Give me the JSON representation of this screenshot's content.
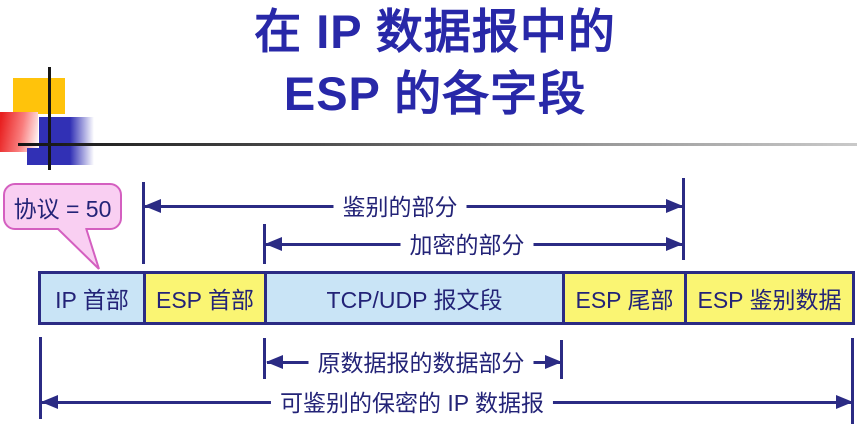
{
  "slide": {
    "title_line1": "在 IP 数据报中的",
    "title_line2": "ESP 的各字段"
  },
  "callout": {
    "label": "协议 = 50"
  },
  "dimension_arrows": {
    "authenticated_part": "鉴别的部分",
    "encrypted_part": "加密的部分",
    "original_datagram_data": "原数据报的数据部分",
    "authenticated_encrypted_ip_datagram": "可鉴别的保密的 IP 数据报"
  },
  "packet_fields": [
    {
      "label": "IP 首部",
      "fill": "#C9E4F6"
    },
    {
      "label": "ESP 首部",
      "fill": "#FAF573"
    },
    {
      "label": "TCP/UDP 报文段",
      "fill": "#C9E4F6"
    },
    {
      "label": "ESP 尾部",
      "fill": "#FAF573"
    },
    {
      "label": "ESP 鉴别数据",
      "fill": "#FAF573"
    }
  ],
  "colors": {
    "navy_lines_text": "#2B2B84",
    "title_navy": "#2828A8",
    "field_blue": "#C9E4F6",
    "field_yellow": "#FAF573",
    "callout_fill": "#F9CFF2",
    "callout_border": "#D45FC0",
    "deco_yellow": "#FFC30B",
    "deco_blue": "#3130B5",
    "deco_red": "#E82020"
  }
}
